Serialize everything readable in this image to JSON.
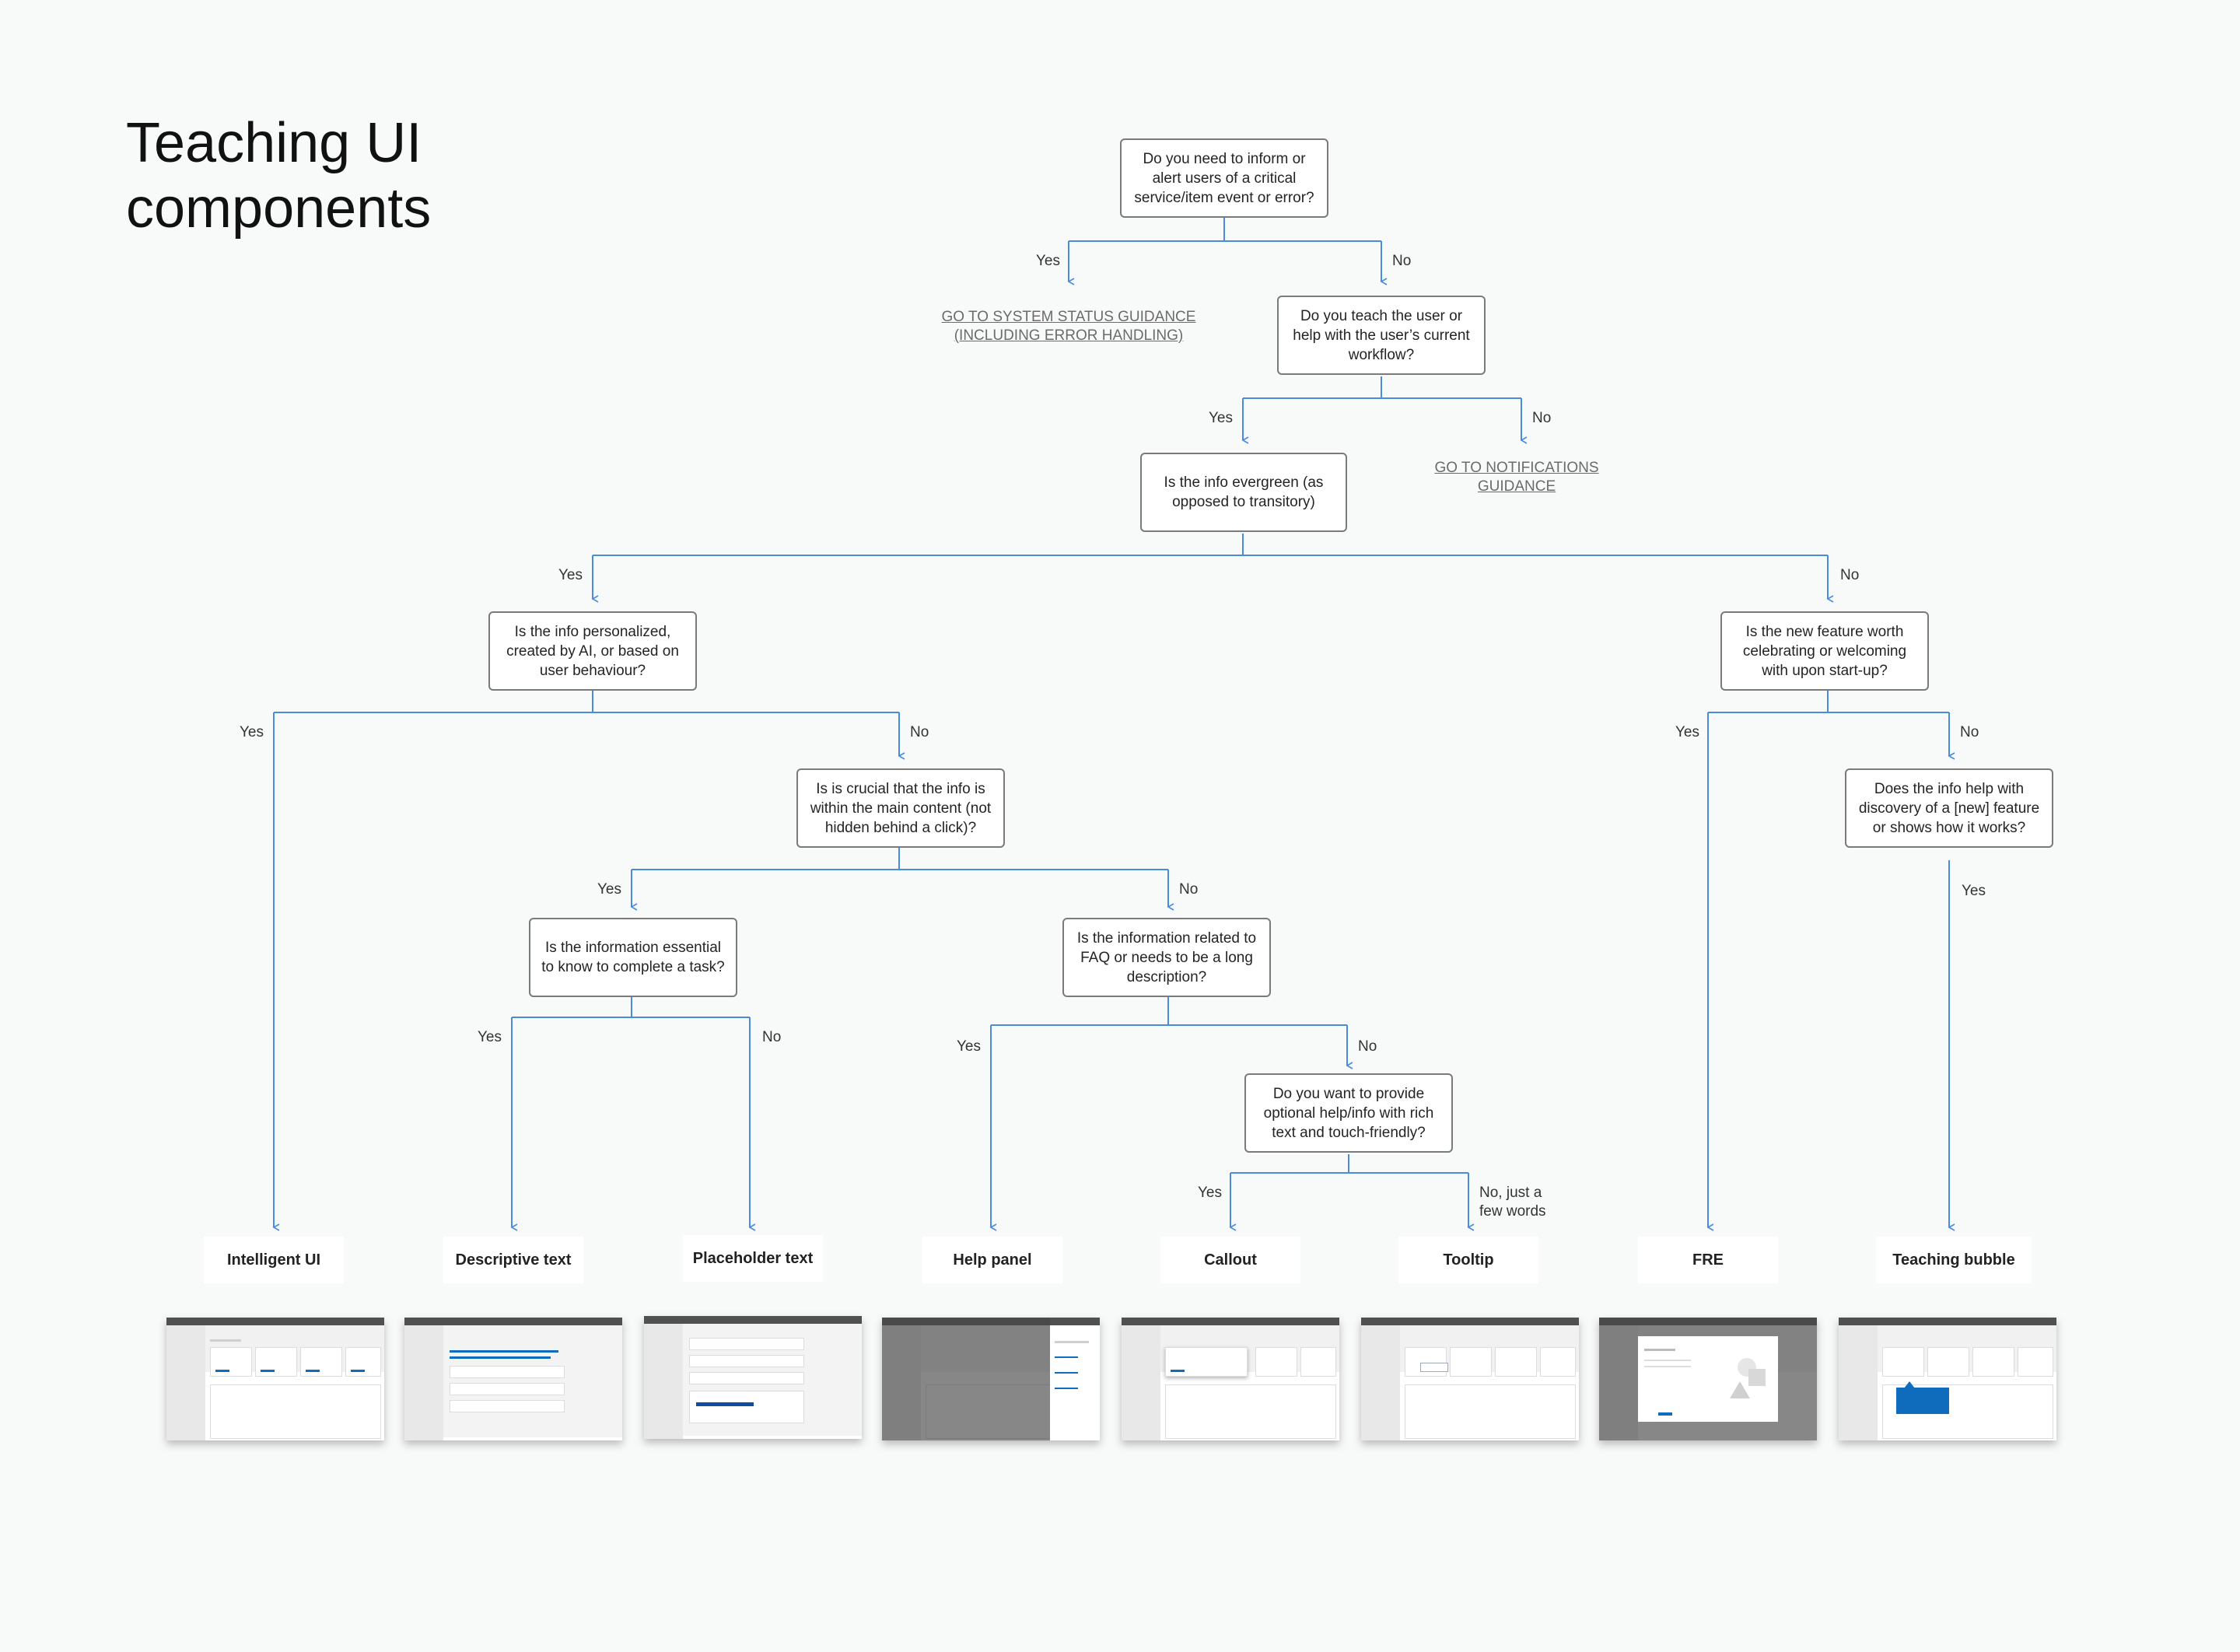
{
  "title": {
    "line1": "Teaching UI",
    "line2": "components"
  },
  "questions": {
    "q1": "Do you need to inform or alert users of a critical service/item event or error?",
    "q2": "Do you teach the user or help with the user’s current workflow?",
    "q3": "Is the info evergreen (as opposed to transitory)",
    "q4": "Is the info personalized, created by AI, or based on user behaviour?",
    "q5": "Is the new feature worth celebrating or welcoming with upon start-up?",
    "q6": "Is is crucial that the info is within the main content (not hidden behind a click)?",
    "q7": "Does the info help with discovery of a [new] feature or shows how it works?",
    "q8": "Is the information essential to know to complete a task?",
    "q9": "Is the information related to FAQ or needs to be a long description?",
    "q10": "Do you want to provide optional help/info with rich text and touch-friendly?"
  },
  "links": {
    "system_status": {
      "line1": "GO TO SYSTEM STATUS GUIDANCE",
      "line2": "(INCLUDING ERROR HANDLING)"
    },
    "notifications": {
      "line1": "GO TO NOTIFICATIONS",
      "line2": "GUIDANCE"
    }
  },
  "labels": {
    "yes": "Yes",
    "no": "No",
    "no_few_1": "No, just a",
    "no_few_2": "few words"
  },
  "outcomes": [
    "Intelligent UI",
    "Descriptive text",
    "Placeholder text",
    "Help panel",
    "Callout",
    "Tooltip",
    "FRE",
    "Teaching bubble"
  ],
  "colors": {
    "connector": "#4a8bdc",
    "accent": "#0f6cbd",
    "box_border": "#7a7a7a",
    "background": "#f8f9f9"
  }
}
